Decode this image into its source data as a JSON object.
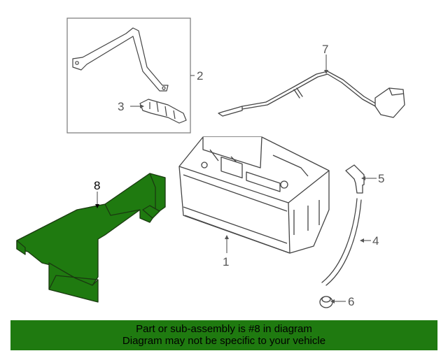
{
  "diagram": {
    "callouts": {
      "c1": "1",
      "c2": "2",
      "c3": "3",
      "c4": "4",
      "c5": "5",
      "c6": "6",
      "c7": "7",
      "c8": "8"
    },
    "highlighted_part": "8",
    "highlight_color": "#1f7a10"
  },
  "banner": {
    "line1": "Part or sub-assembly is #8 in diagram",
    "line2": "Diagram may not be specific to your vehicle",
    "background": "#1f7a10"
  }
}
